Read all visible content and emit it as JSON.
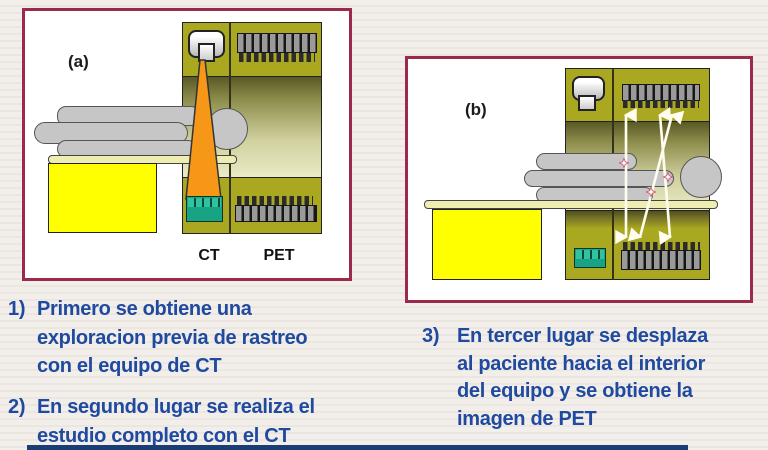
{
  "panels": {
    "a": {
      "label": "(a)",
      "ct_label": "CT",
      "pet_label": "PET"
    },
    "b": {
      "label": "(b)"
    }
  },
  "instructions": [
    {
      "number": "1)",
      "lines": [
        "Primero se obtiene una",
        "exploracion previa de rastreo",
        "con el equipo de CT"
      ]
    },
    {
      "number": "2)",
      "lines": [
        "En segundo lugar se realiza el",
        "estudio completo con el CT"
      ]
    },
    {
      "number": "3)",
      "lines": [
        "En tercer lugar se desplaza",
        "al  paciente hacia el interior",
        "del equipo y se obtiene la",
        "imagen de PET"
      ]
    }
  ],
  "colors": {
    "panel_border": "#9b2a4c",
    "text_blue": "#1f4aa0",
    "machine_olive": "#a9a820",
    "detector_teal": "#18a385",
    "pedestal_yellow": "#ffff00",
    "table_cream": "#eeeeb2",
    "beam_orange": "#f79718",
    "footer_navy": "#1b3c74",
    "gamma_ray_white": "#fffdf0"
  }
}
